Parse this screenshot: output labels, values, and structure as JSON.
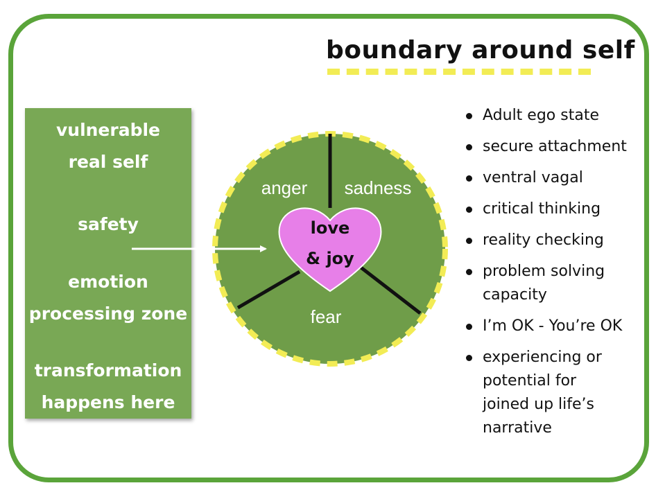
{
  "title": "boundary around self",
  "left_panel": {
    "lines": [
      "vulnerable",
      "real self",
      "safety",
      "emotion",
      "processing zone",
      "transformation",
      "happens here"
    ]
  },
  "circle": {
    "segments": [
      "anger",
      "sadness",
      "fear"
    ],
    "heart_lines": [
      "love",
      "& joy"
    ]
  },
  "bullets": [
    [
      "Adult ego state"
    ],
    [
      "secure attachment"
    ],
    [
      "ventral vagal"
    ],
    [
      "critical thinking"
    ],
    [
      "reality checking"
    ],
    [
      "problem solving",
      "capacity"
    ],
    [
      "I’m OK - You’re OK"
    ],
    [
      "experiencing or",
      "potential for",
      "joined up life’s",
      "narrative"
    ]
  ],
  "colors": {
    "frame_green": "#5aa43a",
    "panel_green": "#79a855",
    "circle_green": "#6f9d49",
    "boundary_yellow": "#f2ec55",
    "heart_pink": "#e77fe8"
  }
}
